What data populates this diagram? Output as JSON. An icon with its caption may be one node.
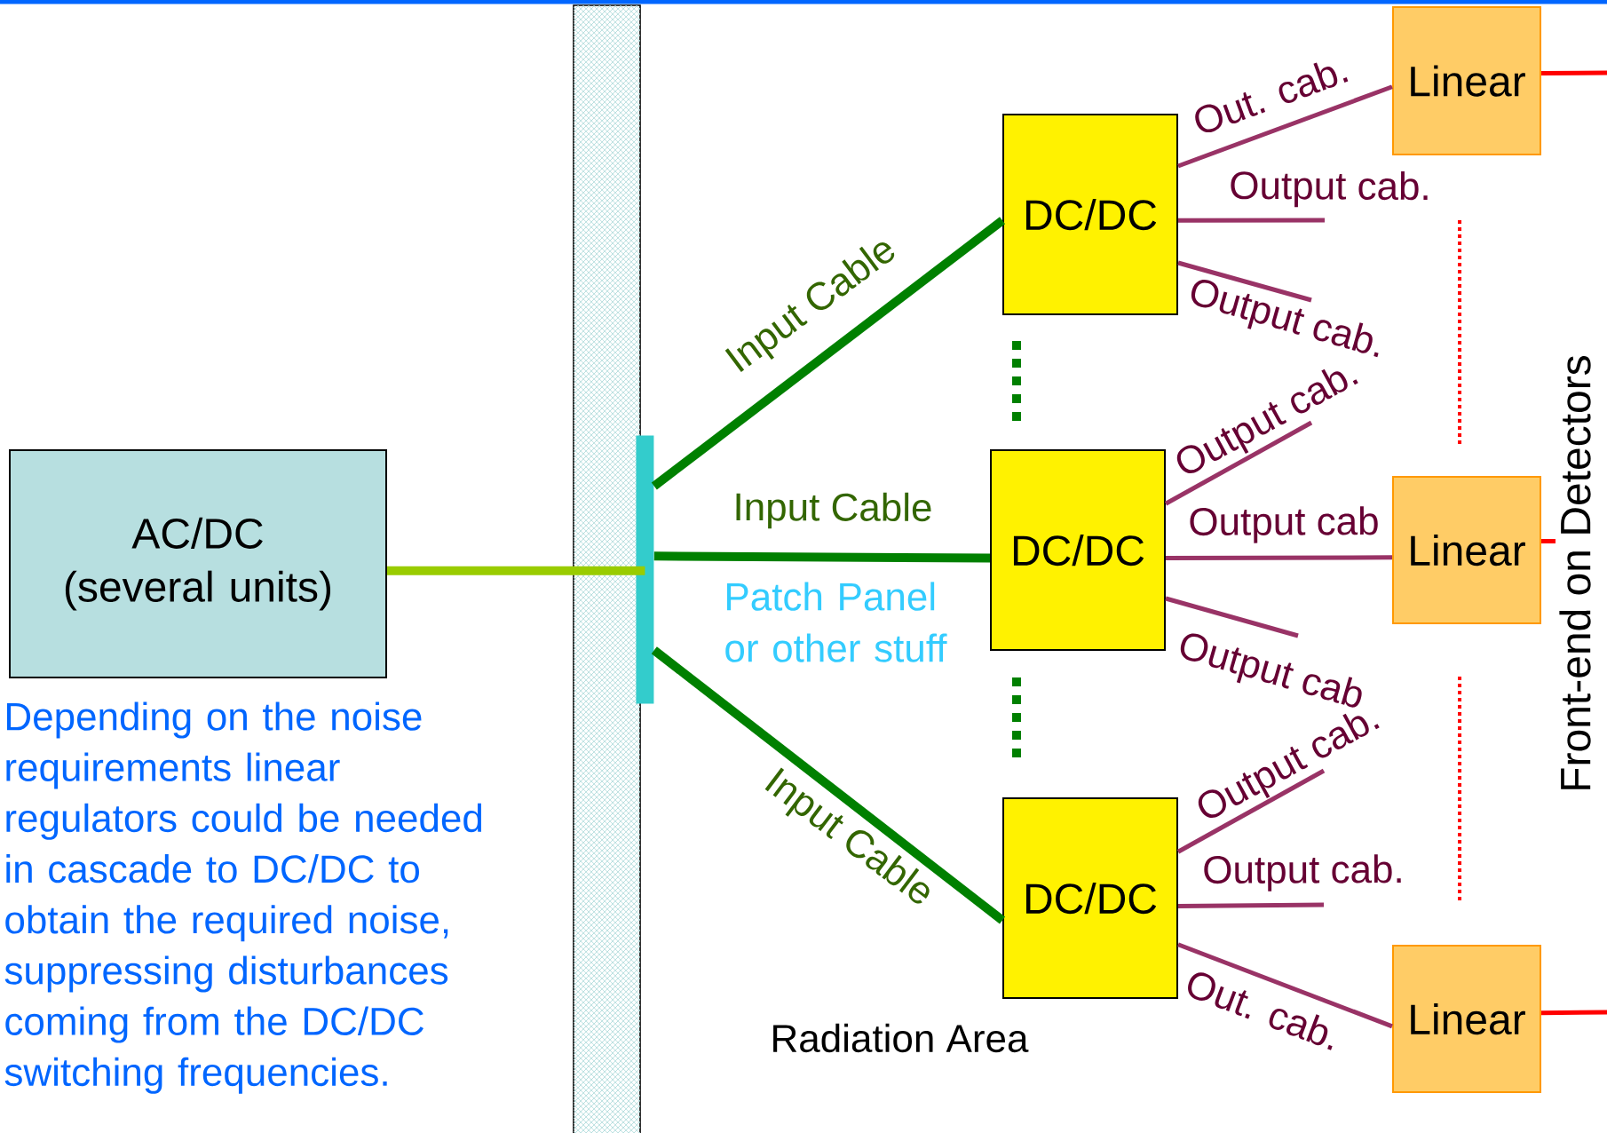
{
  "diagram": {
    "nodes": [
      {
        "text": [
          "AC/DC (several units)"
        ]
      },
      {
        "text": [],
        "shape": "bar",
        "beside": [
          "Patch Panel or other stuff"
        ]
      },
      {
        "text": [
          "DC/DC"
        ]
      },
      {
        "text": [
          "DC/DC"
        ]
      },
      {
        "text": [
          "DC/DC"
        ]
      },
      {
        "text": [
          "Linear"
        ]
      },
      {
        "text": [
          "Linear"
        ]
      },
      {
        "text": [
          "Linear"
        ]
      },
      {
        "text": [
          "Front-end on Detectors"
        ]
      }
    ],
    "edges": [
      {
        "from": 0,
        "to": 1,
        "arrow": "none",
        "style": "thick",
        "color": "#99cc00"
      },
      {
        "from": 1,
        "to": 2,
        "arrow": "none",
        "style": "thick",
        "color": "#008000",
        "label": "Input Cable"
      },
      {
        "from": 1,
        "to": 3,
        "arrow": "none",
        "style": "thick",
        "color": "#008000",
        "label": "Input Cable"
      },
      {
        "from": 1,
        "to": 4,
        "arrow": "none",
        "style": "thick",
        "color": "#008000",
        "label": "Input Cable"
      },
      {
        "from": 2,
        "to": 5,
        "arrow": "none",
        "label": "Out. cab."
      },
      {
        "from": 2,
        "to": null,
        "arrow": "none",
        "label": "Output cab."
      },
      {
        "from": 2,
        "to": null,
        "arrow": "none",
        "label": "Output cab."
      },
      {
        "from": 3,
        "to": null,
        "arrow": "none",
        "label": "Output cab."
      },
      {
        "from": 3,
        "to": 6,
        "arrow": "none",
        "label": "Output cab"
      },
      {
        "from": 3,
        "to": null,
        "arrow": "none",
        "label": "Output cab"
      },
      {
        "from": 4,
        "to": null,
        "arrow": "none",
        "label": "Output cab."
      },
      {
        "from": 4,
        "to": null,
        "arrow": "none",
        "label": "Output cab."
      },
      {
        "from": 4,
        "to": 7,
        "arrow": "none",
        "label": "Out. cab."
      },
      {
        "from": 5,
        "to": null,
        "arrow": "none",
        "color": "#ff0000"
      },
      {
        "from": 6,
        "to": 8,
        "arrow": "none",
        "color": "#ff0000"
      },
      {
        "from": 7,
        "to": null,
        "arrow": "none",
        "color": "#ff0000"
      }
    ],
    "labels": [
      "Depending on the noise requirements linear regulators could be needed in cascade to DC/DC to obtain the required noise, suppressing disturbances coming from the DC/DC switching frequencies.",
      "Radiation Area"
    ]
  }
}
